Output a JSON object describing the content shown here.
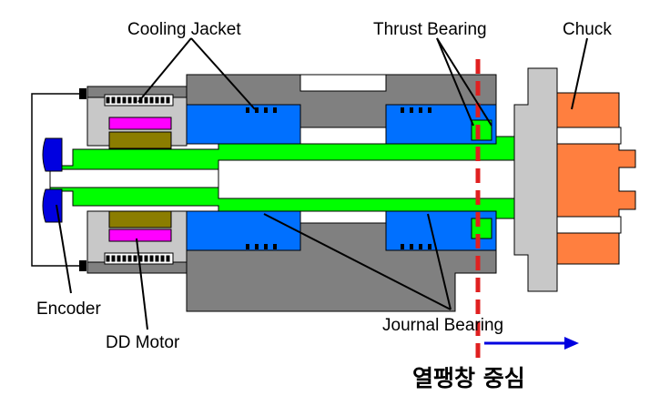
{
  "labels": {
    "cooling_jacket": "Cooling Jacket",
    "thrust_bearing": "Thrust Bearing",
    "chuck": "Chuck",
    "encoder": "Encoder",
    "dd_motor": "DD Motor",
    "journal_bearing": "Journal Bearing",
    "thermal_expansion_center": "열팽창 중심"
  },
  "colors": {
    "housing": "#808080",
    "housing_light": "#c8c8c8",
    "shaft": "#00ff00",
    "bearing": "#0070ff",
    "magnet": "#ff00ff",
    "stator": "#8b7d00",
    "chuck": "#ff7f3f",
    "encoder": "#0000e0",
    "center_line": "#e02020",
    "arrow": "#0000e0"
  }
}
